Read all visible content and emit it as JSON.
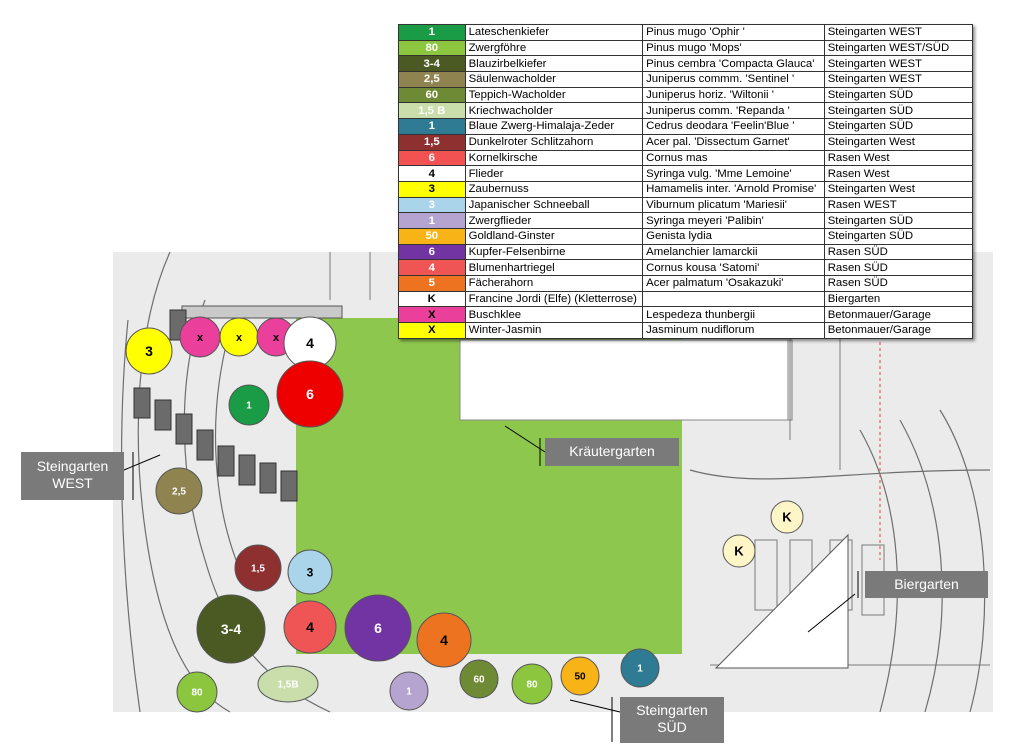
{
  "legend": [
    {
      "code": "1",
      "name": "Lateschenkiefer",
      "botanical": "Pinus mugo 'Ophir '",
      "location": "Steingarten WEST",
      "color": "#1a9c46",
      "text_color": "#ffffff"
    },
    {
      "code": "80",
      "name": "Zwergföhre",
      "botanical": "Pinus mugo 'Mops'",
      "location": "Steingarten WEST/SÜD",
      "color": "#8cc63e",
      "text_color": "#ffffff"
    },
    {
      "code": "3-4",
      "name": "Blauzirbelkiefer",
      "botanical": "Pinus cembra 'Compacta Glauca'",
      "location": "Steingarten WEST",
      "color": "#4b5a23",
      "text_color": "#ffffff"
    },
    {
      "code": "2,5",
      "name": "Säulenwacholder",
      "botanical": "Juniperus commm. 'Sentinel '",
      "location": "Steingarten WEST",
      "color": "#8f8450",
      "text_color": "#ffffff"
    },
    {
      "code": "60",
      "name": "Teppich-Wacholder",
      "botanical": "Juniperus horiz. 'Wiltonii '",
      "location": "Steingarten SÜD",
      "color": "#6f8a35",
      "text_color": "#ffffff"
    },
    {
      "code": "1,5 B",
      "name": "Kriechwacholder",
      "botanical": "Juniperus comm. 'Repanda '",
      "location": "Steingarten SÜD",
      "color": "#c9deab",
      "text_color": "#ffffff"
    },
    {
      "code": "1",
      "name": "Blaue Zwerg-Himalaja-Zeder",
      "botanical": "Cedrus deodara 'Feelin'Blue '",
      "location": "Steingarten SÜD",
      "color": "#2f7b93",
      "text_color": "#ffffff"
    },
    {
      "code": "1,5",
      "name": "Dunkelroter Schlitzahorn",
      "botanical": "Acer pal. 'Dissectum Garnet'",
      "location": "Steingarten West",
      "color": "#8e3030",
      "text_color": "#ffffff"
    },
    {
      "code": "6",
      "name": "Kornelkirsche",
      "botanical": "Cornus mas",
      "location": "Rasen West",
      "color": "#f25252",
      "text_color": "#ffffff"
    },
    {
      "code": "4",
      "name": "Flieder",
      "botanical": "Syringa vulg. 'Mme Lemoine'",
      "location": "Rasen West",
      "color": "#ffffff",
      "text_color": "#000000"
    },
    {
      "code": "3",
      "name": "Zaubernuss",
      "botanical": "Hamamelis inter. 'Arnold Promise'",
      "location": "Steingarten West",
      "color": "#ffff00",
      "text_color": "#000000"
    },
    {
      "code": "3",
      "name": "Japanischer Schneeball",
      "botanical": "Viburnum plicatum 'Mariesii'",
      "location": "Rasen WEST",
      "color": "#a9d4ea",
      "text_color": "#ffffff"
    },
    {
      "code": "1",
      "name": "Zwergflieder",
      "botanical": "Syringa meyeri 'Palibin'",
      "location": "Steingarten SÜD",
      "color": "#b4a4cf",
      "text_color": "#ffffff"
    },
    {
      "code": "50",
      "name": "Goldland-Ginster",
      "botanical": "Genista lydia",
      "location": "Steingarten SÜD",
      "color": "#f8b417",
      "text_color": "#ffffff"
    },
    {
      "code": "6",
      "name": "Kupfer-Felsenbirne",
      "botanical": "Amelanchier lamarckii",
      "location": "Rasen SÜD",
      "color": "#7234a3",
      "text_color": "#ffffff"
    },
    {
      "code": "4",
      "name": "Blumenhartriegel",
      "botanical": "Cornus kousa 'Satomi'",
      "location": "Rasen SÜD",
      "color": "#f05555",
      "text_color": "#ffffff"
    },
    {
      "code": "5",
      "name": "Fächerahorn",
      "botanical": "Acer palmatum 'Osakazuki'",
      "location": "Rasen SÜD",
      "color": "#ee7321",
      "text_color": "#ffffff"
    },
    {
      "code": "K",
      "name": "Francine Jordi (Elfe) (Kletterrose)",
      "botanical": "",
      "location": "Biergarten",
      "color": "#ffffff",
      "text_color": "#000000"
    },
    {
      "code": "X",
      "name": "Buschklee",
      "botanical": "Lespedeza thunbergii",
      "location": "Betonmauer/Garage",
      "color": "#ea3f9a",
      "text_color": "#000000"
    },
    {
      "code": "X",
      "name": "Winter-Jasmin",
      "botanical": "Jasminum nudiflorum",
      "location": "Betonmauer/Garage",
      "color": "#ffff00",
      "text_color": "#000000"
    }
  ],
  "areas": {
    "west": "Steingarten\nWEST",
    "kraut": "Kräutergarten",
    "bier": "Biergarten",
    "sued": "Steingarten\nSÜD"
  },
  "plants": [
    {
      "label": "3",
      "fill": "#ffff00",
      "text": "#000000"
    },
    {
      "label": "x",
      "fill": "#ea3f9a",
      "text": "#000000"
    },
    {
      "label": "x",
      "fill": "#ffff00",
      "text": "#000000"
    },
    {
      "label": "x",
      "fill": "#ea3f9a",
      "text": "#000000"
    },
    {
      "label": "4",
      "fill": "#ffffff",
      "text": "#000000"
    },
    {
      "label": "1",
      "fill": "#1a9c46",
      "text": "#ffffff"
    },
    {
      "label": "6",
      "fill": "#ee0000",
      "text": "#ffffff"
    },
    {
      "label": "2,5",
      "fill": "#8f8450",
      "text": "#ffffff"
    },
    {
      "label": "1,5",
      "fill": "#8e3030",
      "text": "#ffffff"
    },
    {
      "label": "3",
      "fill": "#a9d4ea",
      "text": "#000000"
    },
    {
      "label": "3-4",
      "fill": "#4b5a23",
      "text": "#ffffff"
    },
    {
      "label": "4",
      "fill": "#f05555",
      "text": "#000000"
    },
    {
      "label": "6",
      "fill": "#7234a3",
      "text": "#ffffff"
    },
    {
      "label": "4",
      "fill": "#ee7321",
      "text": "#000000"
    },
    {
      "label": "80",
      "fill": "#8cc63e",
      "text": "#ffffff"
    },
    {
      "label": "1,5B",
      "fill": "#c9deab",
      "text": "#ffffff"
    },
    {
      "label": "1",
      "fill": "#b4a4cf",
      "text": "#ffffff"
    },
    {
      "label": "60",
      "fill": "#6f8a35",
      "text": "#ffffff"
    },
    {
      "label": "80",
      "fill": "#8cc63e",
      "text": "#ffffff"
    },
    {
      "label": "50",
      "fill": "#f8b417",
      "text": "#000000"
    },
    {
      "label": "1",
      "fill": "#2f7b93",
      "text": "#ffffff"
    },
    {
      "label": "K",
      "fill": "#fff6c8",
      "text": "#000000"
    },
    {
      "label": "K",
      "fill": "#fff6c8",
      "text": "#000000"
    }
  ]
}
